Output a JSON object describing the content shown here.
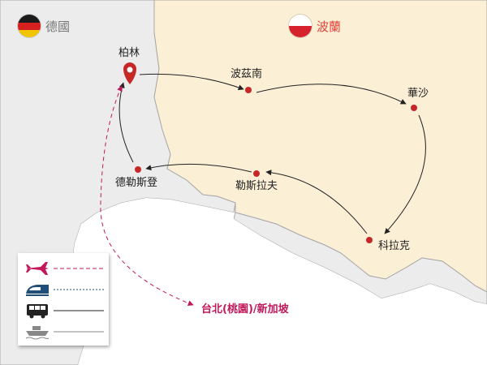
{
  "countries": {
    "germany": {
      "name": "德國",
      "color": "#777777"
    },
    "poland": {
      "name": "波蘭",
      "color": "#e5443b"
    }
  },
  "cities": {
    "berlin": "柏林",
    "poznan": "波茲南",
    "warsaw": "華沙",
    "krakow": "科拉克",
    "wroclaw": "勒斯拉夫",
    "dresden": "德勒斯登"
  },
  "destination": "台北(桃園)/新加坡",
  "legend": [
    {
      "icon": "airplane-icon",
      "line": "dashed",
      "color": "#c2185b"
    },
    {
      "icon": "train-icon",
      "line": "dotted",
      "color": "#1f4e79"
    },
    {
      "icon": "bus-icon",
      "line": "solid",
      "color": "#222222"
    },
    {
      "icon": "ship-icon",
      "line": "solid",
      "color": "#888888"
    }
  ],
  "colors": {
    "poland_land": "#fbefd6",
    "neighbor_land": "#ececec",
    "water": "#ffffff",
    "city_marker": "#c62828",
    "route": "#222222",
    "flight": "#c2185b"
  }
}
